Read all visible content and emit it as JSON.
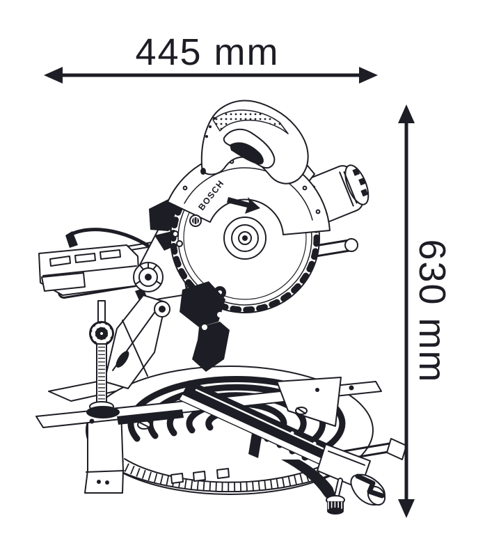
{
  "diagram": {
    "subject": "sliding compound mitre saw dimension drawing",
    "brand_label": "BOSCH",
    "width_dimension": "445 mm",
    "height_dimension": "630 mm"
  },
  "colors": {
    "ink": "#1d1d25",
    "background": "#ffffff"
  }
}
